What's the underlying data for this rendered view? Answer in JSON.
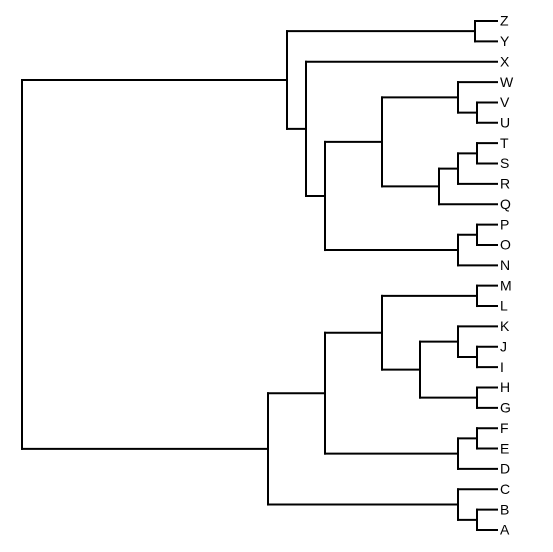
{
  "dendrogram": {
    "orientation": "root-left, leaves-right",
    "line_color": "#000000",
    "leaves": [
      "Z",
      "Y",
      "X",
      "W",
      "V",
      "U",
      "T",
      "S",
      "R",
      "Q",
      "P",
      "O",
      "N",
      "M",
      "L",
      "K",
      "J",
      "I",
      "H",
      "G",
      "F",
      "E",
      "D",
      "C",
      "B",
      "A"
    ],
    "tree": [
      [
        [
          "Z",
          "Y"
        ],
        [
          "X",
          [
            [
              [
                "W",
                [
                  "V",
                  "U"
                ]
              ],
              [
                [
                  [
                    "T",
                    "S"
                  ],
                  "R"
                ],
                "Q"
              ]
            ],
            [
              [
                "P",
                "O"
              ],
              "N"
            ]
          ]
        ]
      ],
      [
        [
          [
            [
              "M",
              "L"
            ],
            [
              [
                "K",
                [
                  "J",
                  "I"
                ]
              ],
              [
                "H",
                "G"
              ]
            ]
          ],
          [
            [
              "F",
              "E"
            ],
            "D"
          ]
        ],
        [
          "C",
          [
            "B",
            "A"
          ]
        ]
      ]
    ]
  }
}
